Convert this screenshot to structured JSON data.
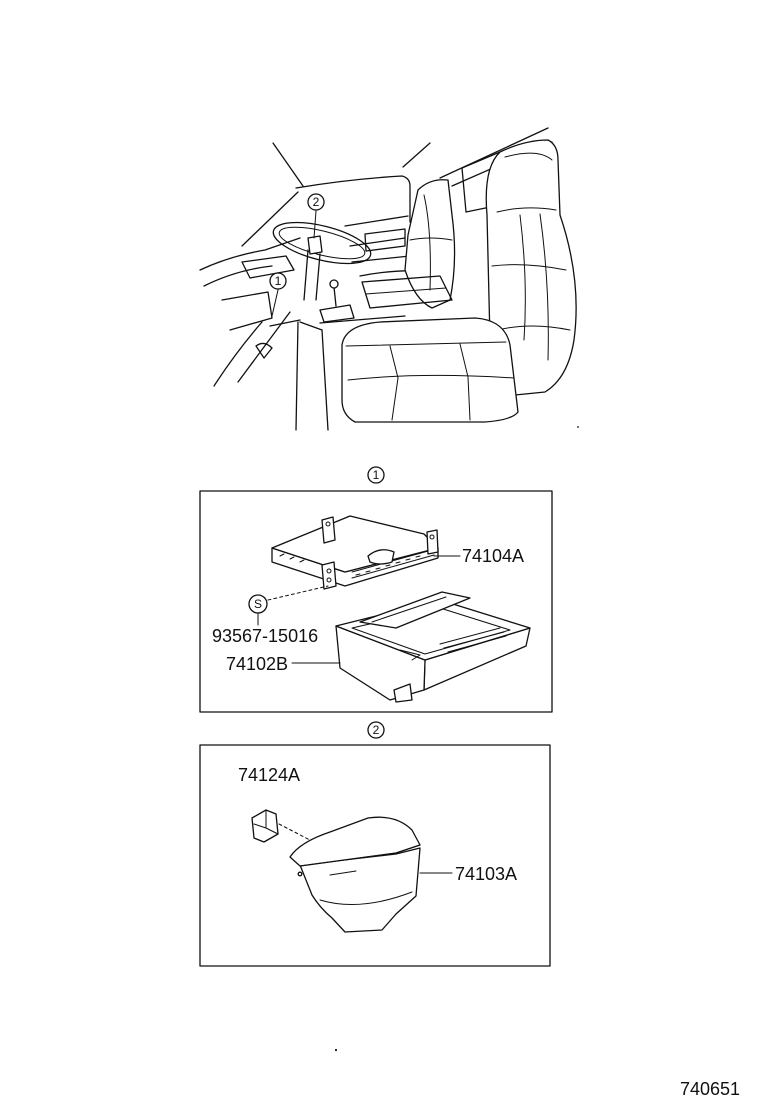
{
  "overview": {
    "callout_1": "1",
    "callout_2": "2"
  },
  "section_1": {
    "marker": "1",
    "parts": {
      "bracket": "74104A",
      "screw_symbol": "S",
      "screw": "93567-15016",
      "ashtray": "74102B"
    }
  },
  "section_2": {
    "marker": "2",
    "parts": {
      "clip": "74124A",
      "ashtray": "74103A"
    }
  },
  "diagram_id": "740651"
}
